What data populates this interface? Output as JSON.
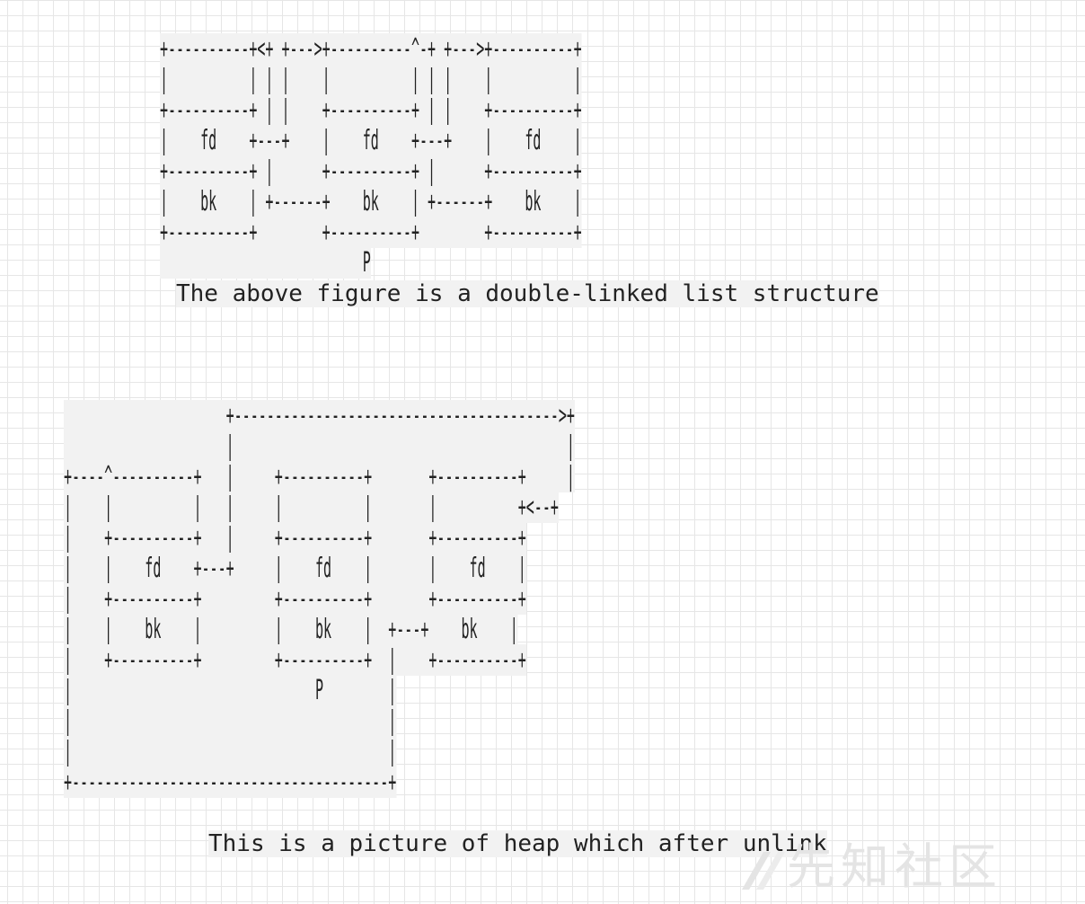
{
  "figure_top": {
    "lines": [
      "+----------+<+ +--->+----------^-+ +--->+----------+",
      "|          | | |    |          | | |    |          |",
      "+----------+ | |    +----------+ | |    +----------+",
      "|    fd    +---+    |    fd    +---+    |    fd    |",
      "+----------+ |      +----------+ |      +----------+",
      "|    bk    | +------+    bk    | +------+    bk    |",
      "+----------+        +----------+        +----------+",
      "                         P"
    ],
    "caption": "The above figure is a double-linked list structure"
  },
  "figure_bottom": {
    "lines": [
      "                    +---------------------------------------->+",
      "                    |                                         |",
      "+----^----------+   |     +----------+       +----------+     |",
      "|    |          |   |     |          |       |          +<--+",
      "|    +----------+   |     +----------+       +----------+",
      "|    |    fd    +---+     |    fd    |       |    fd    |",
      "|    +----------+         +----------+       +----------+",
      "|    |    bk    |         |    bk    |  +---+    bk    |",
      "|    +----------+         +----------+  |    +----------+",
      "|                              P        |",
      "|                                       |",
      "|                                       |",
      "+---------------------------------------+"
    ],
    "caption": "This is a picture of heap which after unlink"
  },
  "watermark": {
    "text": "先知社区"
  }
}
